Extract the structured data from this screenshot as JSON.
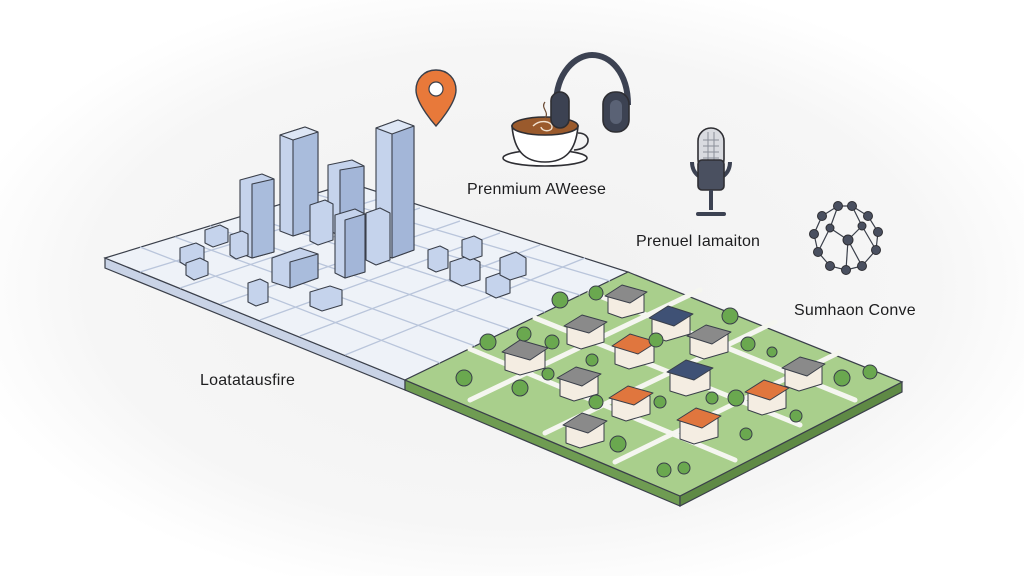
{
  "labels": {
    "location": "Loatatausfire",
    "coffee_audio": "Prenmium AWeese",
    "microphone": "Prenuel Iamaiton",
    "network": "Sumhaon Conve"
  },
  "colors": {
    "background_glow": "#f2f2f2",
    "city_tile": "#eef2f8",
    "city_tile_side": "#c9d3e6",
    "building_front": "#c5d3ec",
    "building_side": "#9fb1d2",
    "suburb_grass": "#a9cf8c",
    "suburb_side": "#6f9c52",
    "road": "#f7f8f4",
    "tree": "#6aa84f",
    "roof_orange": "#e0763e",
    "roof_gray": "#8a8a8a",
    "roof_navy": "#3f5175",
    "pin": "#e8793a",
    "outline": "#3a3f4a"
  },
  "icons": [
    "map-pin-icon",
    "coffee-cup-icon",
    "headphones-icon",
    "microphone-icon",
    "network-graph-icon"
  ]
}
